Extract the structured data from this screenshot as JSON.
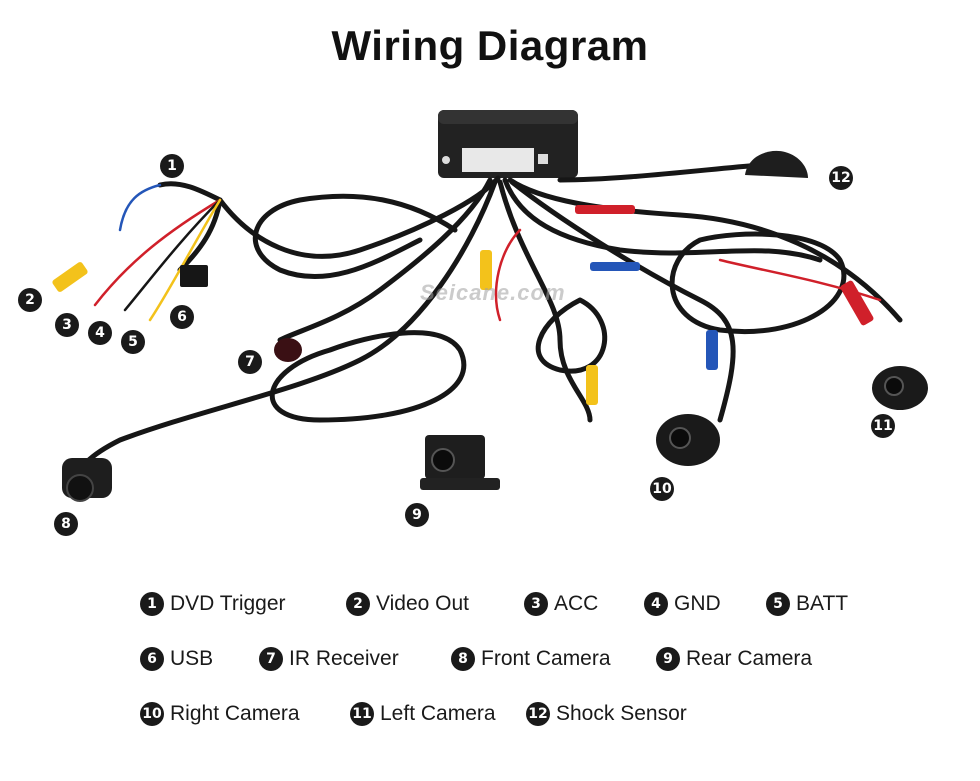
{
  "title": "Wiring Diagram",
  "watermark": "Seicane.com",
  "callouts": [
    "1",
    "2",
    "3",
    "4",
    "5",
    "6",
    "7",
    "8",
    "9",
    "10",
    "11",
    "12"
  ],
  "legend": [
    {
      "num": "1",
      "label": "DVD Trigger"
    },
    {
      "num": "2",
      "label": "Video Out"
    },
    {
      "num": "3",
      "label": "ACC"
    },
    {
      "num": "4",
      "label": "GND"
    },
    {
      "num": "5",
      "label": "BATT"
    },
    {
      "num": "6",
      "label": "USB"
    },
    {
      "num": "7",
      "label": "IR Receiver"
    },
    {
      "num": "8",
      "label": "Front Camera"
    },
    {
      "num": "9",
      "label": "Rear Camera"
    },
    {
      "num": "10",
      "label": "Right Camera"
    },
    {
      "num": "11",
      "label": "Left Camera"
    },
    {
      "num": "12",
      "label": "Shock Sensor"
    }
  ],
  "colors": {
    "cable": "#161616",
    "red": "#d0202a",
    "yellow": "#f3c21b",
    "blue": "#2456b8",
    "box": "#202020"
  }
}
